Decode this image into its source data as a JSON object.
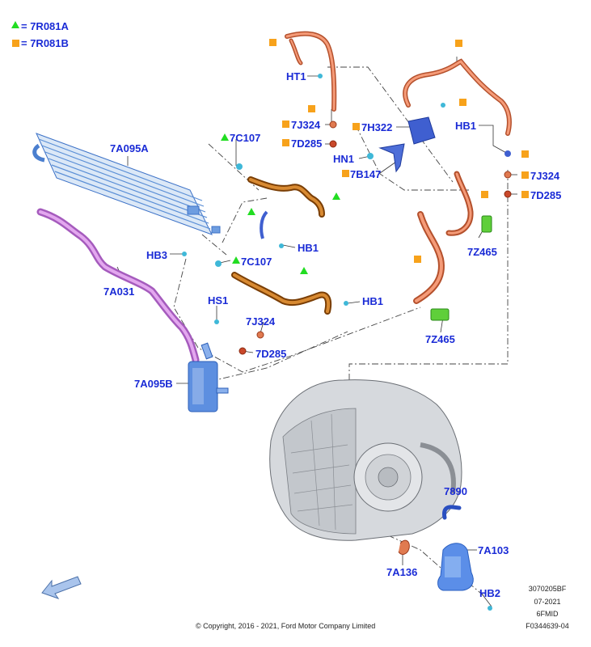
{
  "legend": [
    {
      "symbol": "green-triangle",
      "text": "= 7R081A"
    },
    {
      "symbol": "orange-square",
      "text": "= 7R081B"
    }
  ],
  "labels": {
    "ht1": "HT1",
    "l7j324_top": "7J324",
    "l7d285_top": "7D285",
    "l7h322": "7H322",
    "hn1": "HN1",
    "l7b147": "7B147",
    "hb1_right": "HB1",
    "l7j324_right": "7J324",
    "l7d285_right": "7D285",
    "l7z465_right": "7Z465",
    "l7a095a": "7A095A",
    "l7c107_top": "7C107",
    "hb1_mid": "HB1",
    "hb3": "HB3",
    "l7c107_mid": "7C107",
    "l7a031": "7A031",
    "hb1_low": "HB1",
    "hs1": "HS1",
    "l7j324_low": "7J324",
    "l7d285_low": "7D285",
    "l7z465_low": "7Z465",
    "l7a095b": "7A095B",
    "l7890": "7890",
    "l7a103": "7A103",
    "l7a136": "7A136",
    "hb2": "HB2"
  },
  "reference": {
    "code": "3070205BF",
    "date": "07-2021",
    "model": "6FMID",
    "figure": "F0344639-04"
  },
  "copyright": "© Copyright, 2016 - 2021, Ford Motor Company Limited",
  "colors": {
    "label_blue": "#1a2bd6",
    "triangle_green": "#22dd22",
    "square_orange": "#f7a21b",
    "copper_pipe": "#e0744a",
    "cooler_blue": "#5b8fd6",
    "hose_purple": "#c77ad6",
    "hose_brown": "#c86a10",
    "bracket_blue": "#3f5fd0",
    "transmission_grey": "#cfd3d8"
  },
  "icons": [
    "direction-arrow-icon"
  ]
}
